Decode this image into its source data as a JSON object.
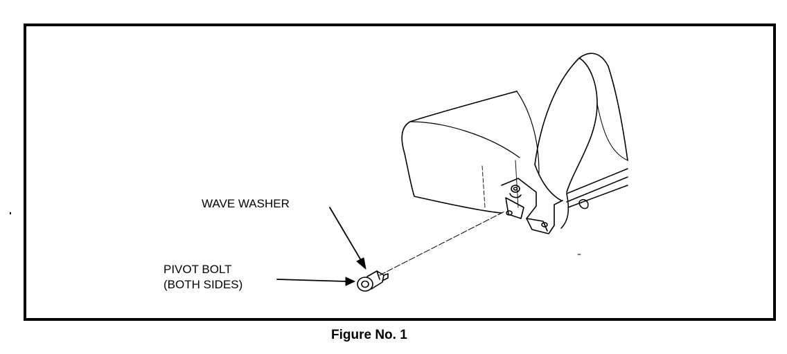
{
  "figure": {
    "caption": "Figure No. 1",
    "labels": {
      "wave_washer": "WAVE WASHER",
      "pivot_bolt": "PIVOT BOLT",
      "pivot_bolt_note": "(BOTH SIDES)"
    }
  }
}
